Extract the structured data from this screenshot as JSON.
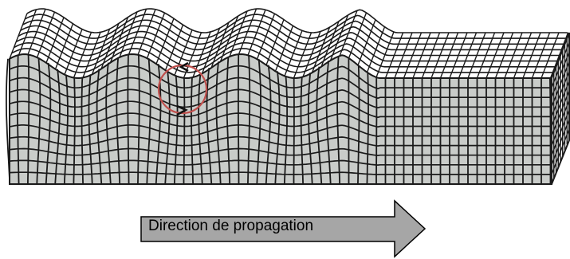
{
  "figure": {
    "caption": "Direction de propagation",
    "colors": {
      "face_fill": "#c9ccc9",
      "grid_line": "#1a1a1a",
      "particle_orbit": "#c0504d",
      "arrow_fill": "#a6a6a6",
      "arrow_stroke": "#000000"
    },
    "icons": {
      "orbit": "circular-particle-motion",
      "arrow": "propagation-direction-arrow"
    }
  }
}
